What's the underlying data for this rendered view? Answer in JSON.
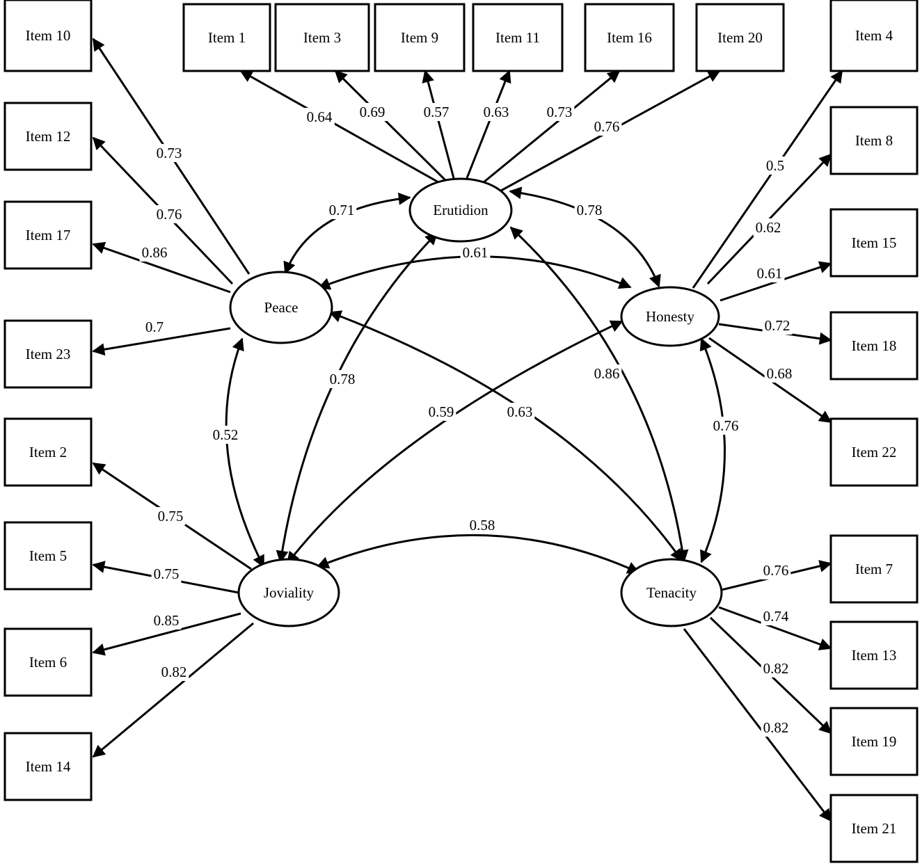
{
  "factors": [
    {
      "id": "erutidion",
      "label": "Erutidion"
    },
    {
      "id": "peace",
      "label": "Peace"
    },
    {
      "id": "honesty",
      "label": "Honesty"
    },
    {
      "id": "joviality",
      "label": "Joviality"
    },
    {
      "id": "tenacity",
      "label": "Tenacity"
    }
  ],
  "items": [
    {
      "id": "item10",
      "label": "Item 10"
    },
    {
      "id": "item12",
      "label": "Item 12"
    },
    {
      "id": "item17",
      "label": "Item 17"
    },
    {
      "id": "item23",
      "label": "Item 23"
    },
    {
      "id": "item2",
      "label": "Item 2"
    },
    {
      "id": "item5",
      "label": "Item 5"
    },
    {
      "id": "item6",
      "label": "Item 6"
    },
    {
      "id": "item14",
      "label": "Item 14"
    },
    {
      "id": "item1",
      "label": "Item 1"
    },
    {
      "id": "item3",
      "label": "Item 3"
    },
    {
      "id": "item9",
      "label": "Item 9"
    },
    {
      "id": "item11",
      "label": "Item 11"
    },
    {
      "id": "item16",
      "label": "Item 16"
    },
    {
      "id": "item20",
      "label": "Item 20"
    },
    {
      "id": "item4",
      "label": "Item 4"
    },
    {
      "id": "item8",
      "label": "Item 8"
    },
    {
      "id": "item15",
      "label": "Item 15"
    },
    {
      "id": "item18",
      "label": "Item 18"
    },
    {
      "id": "item22",
      "label": "Item 22"
    },
    {
      "id": "item7",
      "label": "Item 7"
    },
    {
      "id": "item13",
      "label": "Item 13"
    },
    {
      "id": "item19",
      "label": "Item 19"
    },
    {
      "id": "item21",
      "label": "Item 21"
    }
  ],
  "loadings": [
    {
      "factor": "peace",
      "item": "item10",
      "value": "0.73"
    },
    {
      "factor": "peace",
      "item": "item12",
      "value": "0.76"
    },
    {
      "factor": "peace",
      "item": "item17",
      "value": "0.86"
    },
    {
      "factor": "peace",
      "item": "item23",
      "value": "0.7"
    },
    {
      "factor": "joviality",
      "item": "item2",
      "value": "0.75"
    },
    {
      "factor": "joviality",
      "item": "item5",
      "value": "0.75"
    },
    {
      "factor": "joviality",
      "item": "item6",
      "value": "0.85"
    },
    {
      "factor": "joviality",
      "item": "item14",
      "value": "0.82"
    },
    {
      "factor": "erutidion",
      "item": "item1",
      "value": "0.64"
    },
    {
      "factor": "erutidion",
      "item": "item3",
      "value": "0.69"
    },
    {
      "factor": "erutidion",
      "item": "item9",
      "value": "0.57"
    },
    {
      "factor": "erutidion",
      "item": "item11",
      "value": "0.63"
    },
    {
      "factor": "erutidion",
      "item": "item16",
      "value": "0.73"
    },
    {
      "factor": "erutidion",
      "item": "item20",
      "value": "0.76"
    },
    {
      "factor": "honesty",
      "item": "item4",
      "value": "0.5"
    },
    {
      "factor": "honesty",
      "item": "item8",
      "value": "0.62"
    },
    {
      "factor": "honesty",
      "item": "item15",
      "value": "0.61"
    },
    {
      "factor": "honesty",
      "item": "item18",
      "value": "0.72"
    },
    {
      "factor": "honesty",
      "item": "item22",
      "value": "0.68"
    },
    {
      "factor": "tenacity",
      "item": "item7",
      "value": "0.76"
    },
    {
      "factor": "tenacity",
      "item": "item13",
      "value": "0.74"
    },
    {
      "factor": "tenacity",
      "item": "item19",
      "value": "0.82"
    },
    {
      "factor": "tenacity",
      "item": "item21",
      "value": "0.82"
    }
  ],
  "correlations": [
    {
      "from": "peace",
      "to": "erutidion",
      "value": "0.71"
    },
    {
      "from": "erutidion",
      "to": "honesty",
      "value": "0.78"
    },
    {
      "from": "peace",
      "to": "honesty",
      "value": "0.61"
    },
    {
      "from": "peace",
      "to": "joviality",
      "value": "0.52"
    },
    {
      "from": "erutidion",
      "to": "joviality",
      "value": "0.78"
    },
    {
      "from": "erutidion",
      "to": "tenacity",
      "value": "0.86"
    },
    {
      "from": "honesty",
      "to": "joviality",
      "value": "0.59"
    },
    {
      "from": "peace",
      "to": "tenacity",
      "value": "0.63"
    },
    {
      "from": "honesty",
      "to": "tenacity",
      "value": "0.76"
    },
    {
      "from": "joviality",
      "to": "tenacity",
      "value": "0.58"
    }
  ]
}
